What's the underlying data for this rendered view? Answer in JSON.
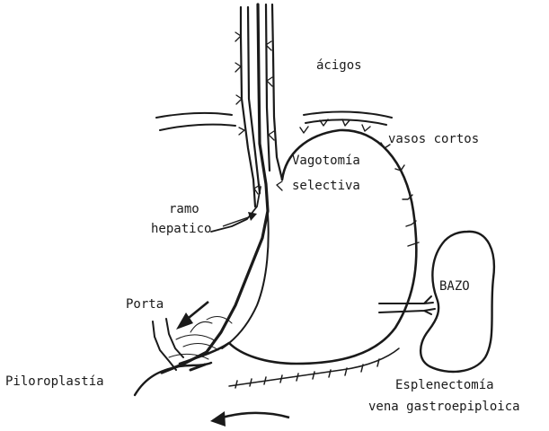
{
  "labels": {
    "acigos": "ácigos",
    "vasos_cortos": "vasos cortos",
    "vagotomia_line1": "Vagotomía",
    "vagotomia_line2": "selectiva",
    "ramo": "ramo",
    "hepatico": "hepatico",
    "porta": "Porta",
    "bazo": "BAZO",
    "piloroplastia": "Piloroplastía",
    "esplenectomia": "Esplenectomía",
    "vena_gastroepiploica": "vena gastroepiploica"
  },
  "colors": {
    "ink": "#1a1a1a",
    "background": "#ffffff"
  }
}
